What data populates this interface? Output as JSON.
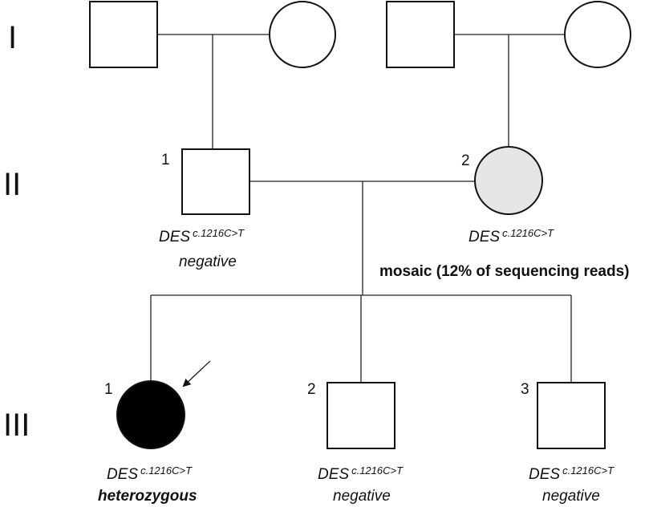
{
  "generations": {
    "I": "I",
    "II": "II",
    "III": "III"
  },
  "individuals": {
    "II_1": {
      "number": "1",
      "gene": "DES",
      "variant": "c.1216C>T",
      "status": "negative"
    },
    "II_2": {
      "number": "2",
      "gene": "DES",
      "variant": "c.1216C>T",
      "note": "mosaic (12% of sequencing reads)"
    },
    "III_1": {
      "number": "1",
      "gene": "DES",
      "variant": "c.1216C>T",
      "status": "heterozygous"
    },
    "III_2": {
      "number": "2",
      "gene": "DES",
      "variant": "c.1216C>T",
      "status": "negative"
    },
    "III_3": {
      "number": "3",
      "gene": "DES",
      "variant": "c.1216C>T",
      "status": "negative"
    }
  },
  "colors": {
    "affected": "#000000",
    "mosaic_carrier": "#e6e6e6",
    "unaffected": "#ffffff",
    "line": "#222222"
  }
}
